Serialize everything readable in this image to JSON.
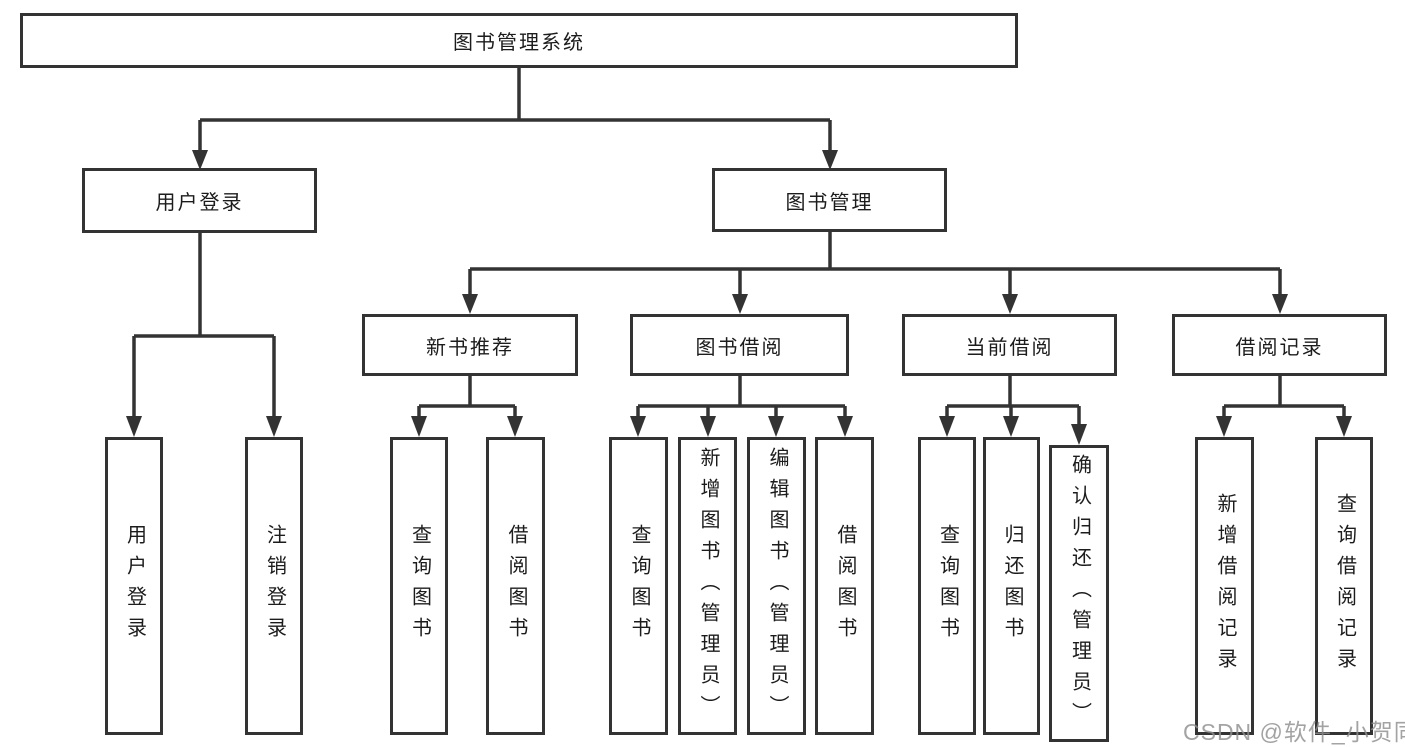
{
  "diagram_title": "图书管理系统",
  "colors": {
    "line": "#333333",
    "box_border": "#333333",
    "text": "#1c1c1c",
    "background": "#ffffff",
    "watermark": "#8f8f8f"
  },
  "tree": {
    "root": {
      "label": "图书管理系统"
    },
    "branches": [
      {
        "label": "用户登录",
        "children": [
          {
            "label": "用户登录"
          },
          {
            "label": "注销登录"
          }
        ]
      },
      {
        "label": "图书管理",
        "children": [
          {
            "label": "新书推荐",
            "children": [
              {
                "label": "查询图书"
              },
              {
                "label": "借阅图书"
              }
            ]
          },
          {
            "label": "图书借阅",
            "children": [
              {
                "label": "查询图书"
              },
              {
                "label": "新增图书（管理员）"
              },
              {
                "label": "编辑图书（管理员）"
              },
              {
                "label": "借阅图书"
              }
            ]
          },
          {
            "label": "当前借阅",
            "children": [
              {
                "label": "查询图书"
              },
              {
                "label": "归还图书"
              },
              {
                "label": "确认归还（管理员）"
              }
            ]
          },
          {
            "label": "借阅记录",
            "children": [
              {
                "label": "新增借阅记录"
              },
              {
                "label": "查询借阅记录"
              }
            ]
          }
        ]
      }
    ]
  },
  "watermark": {
    "text": "CSDN @软件_小贺同学"
  }
}
